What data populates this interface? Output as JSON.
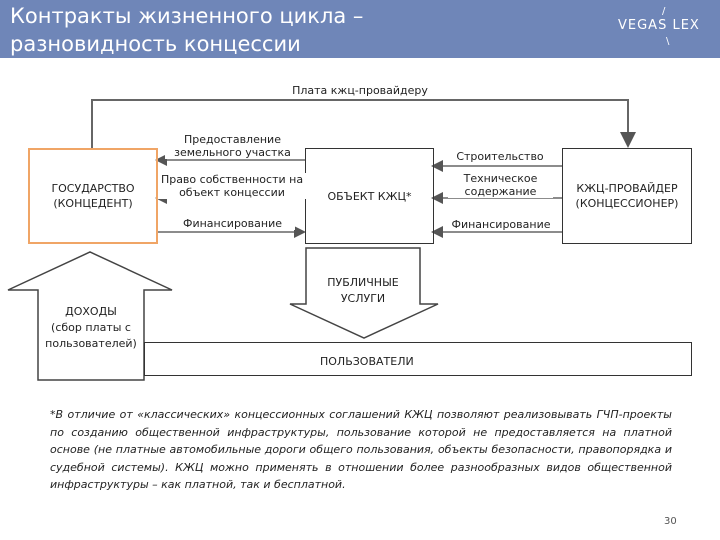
{
  "header": {
    "title": "Контракты жизненного цикла –\nразновидность концессии",
    "logo": "VEGAS LEX",
    "logo_mark": "/",
    "logo_mark2": "\\"
  },
  "colors": {
    "header_bg": "#6f86b8",
    "state_border": "#f0a566",
    "box_border": "#333333"
  },
  "diagram": {
    "top_arrow_label": "Плата кжц-провайдеру",
    "state_box": "ГОСУДАРСТВО\n(КОНЦЕДЕНТ)",
    "object_box": "ОБЪЕКТ  КЖЦ*",
    "provider_box": "КЖЦ-ПРОВАЙДЕР\n(КОНЦЕССИОНЕР)",
    "left_arrows": [
      "Предоставление\nземельного участка",
      "Право собственности на\nобъект концессии",
      "Финансирование"
    ],
    "right_arrows": [
      "Строительство",
      "Техническое\nсодержание",
      "Финансирование"
    ],
    "income_label": "ДОХОДЫ\n(сбор платы с\nпользователей)",
    "public_services": "ПУБЛИЧНЫЕ\nУСЛУГИ",
    "users": "ПОЛЬЗОВАТЕЛИ"
  },
  "footnote": "*В отличие от «классических» концессионных соглашений КЖЦ позволяют реализовывать ГЧП-проекты по созданию общественной инфраструктуры, пользование которой не предоставляется на платной основе (не платные автомобильные дороги общего пользования, объекты безопасности, правопорядка и судебной системы). КЖЦ можно применять в отношении более разнообразных видов общественной инфраструктуры – как платной, так и бесплатной.",
  "page_number": "30"
}
